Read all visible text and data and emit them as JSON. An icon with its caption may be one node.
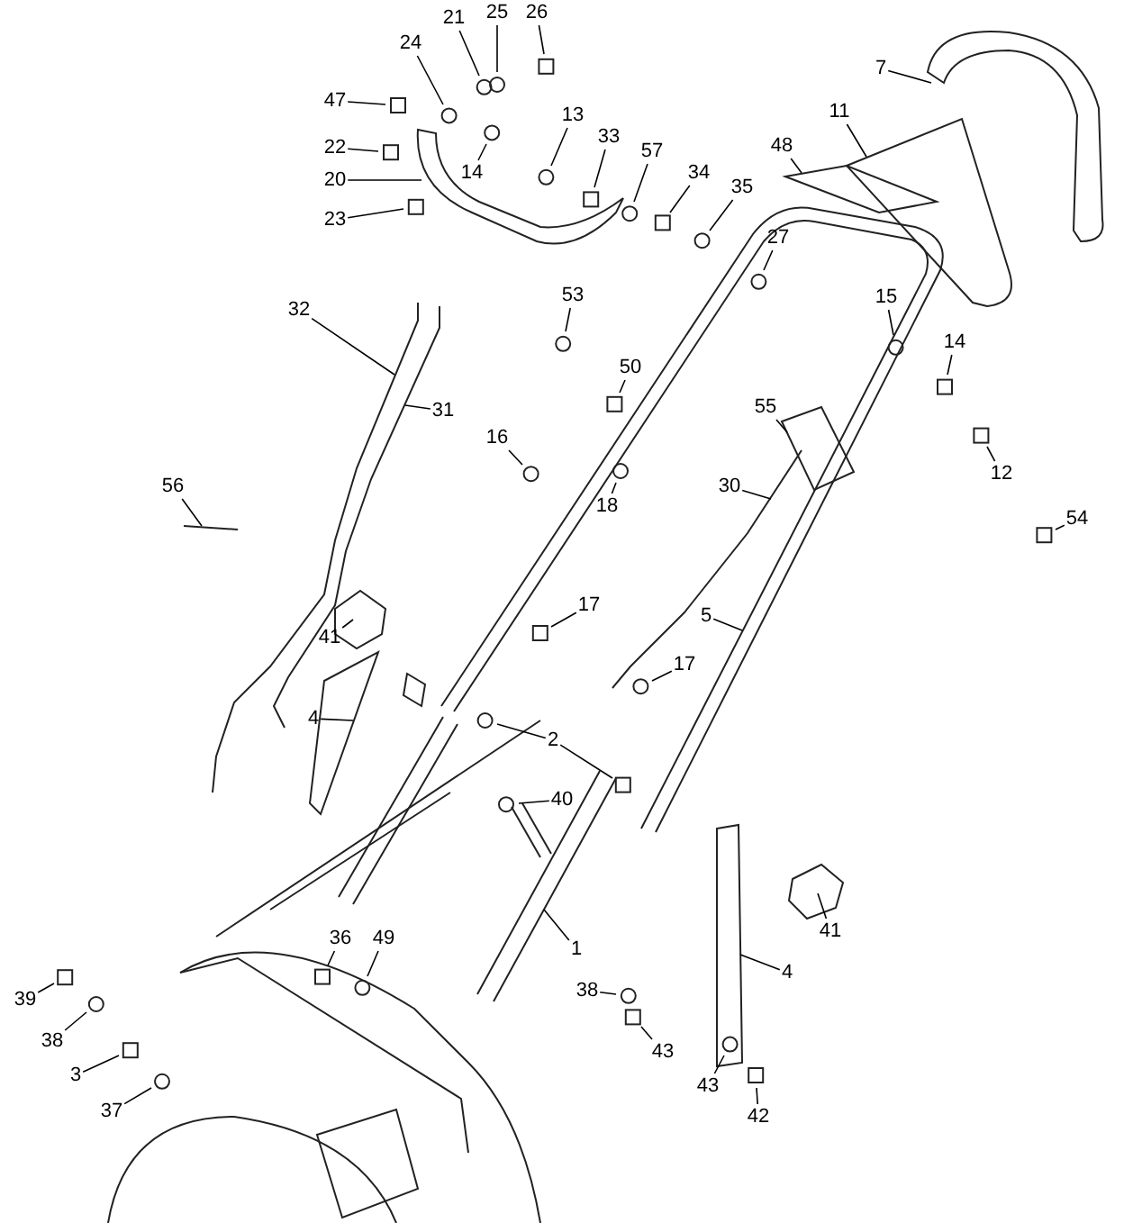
{
  "diagram": {
    "nodes": [
      {
        "text": [
          "25"
        ]
      },
      {
        "text": [
          "26"
        ]
      },
      {
        "text": [
          "21"
        ]
      },
      {
        "text": [
          "47"
        ]
      },
      {
        "text": [
          "24"
        ]
      },
      {
        "text": [
          "22"
        ]
      },
      {
        "text": [
          "13"
        ]
      },
      {
        "text": [
          "33"
        ]
      },
      {
        "text": [
          "57"
        ]
      },
      {
        "text": [
          "20"
        ]
      },
      {
        "text": [
          "14"
        ]
      },
      {
        "text": [
          "34"
        ]
      },
      {
        "text": [
          "35"
        ]
      },
      {
        "text": [
          "23"
        ]
      },
      {
        "text": [
          "27"
        ]
      },
      {
        "text": [
          "7"
        ]
      },
      {
        "text": [
          "11"
        ]
      },
      {
        "text": [
          "48"
        ]
      },
      {
        "text": [
          "53"
        ]
      },
      {
        "text": [
          "50"
        ]
      },
      {
        "text": [
          "15"
        ]
      },
      {
        "text": [
          "14"
        ]
      },
      {
        "text": [
          "32"
        ]
      },
      {
        "text": [
          "31"
        ]
      },
      {
        "text": [
          "55"
        ]
      },
      {
        "text": [
          "12"
        ]
      },
      {
        "text": [
          "16"
        ]
      },
      {
        "text": [
          "56"
        ]
      },
      {
        "text": [
          "30"
        ]
      },
      {
        "text": [
          "54"
        ]
      },
      {
        "text": [
          "18"
        ]
      },
      {
        "text": [
          "17"
        ]
      },
      {
        "text": [
          "41"
        ]
      },
      {
        "text": [
          "5"
        ]
      },
      {
        "text": [
          "17"
        ]
      },
      {
        "text": [
          "4"
        ]
      },
      {
        "text": [
          "2"
        ]
      },
      {
        "text": [
          "40"
        ]
      },
      {
        "text": [
          "39"
        ]
      },
      {
        "text": [
          "38"
        ]
      },
      {
        "text": [
          "3"
        ]
      },
      {
        "text": [
          "37"
        ]
      },
      {
        "text": [
          "36"
        ]
      },
      {
        "text": [
          "49"
        ]
      },
      {
        "text": [
          "1"
        ]
      },
      {
        "text": [
          "41"
        ]
      },
      {
        "text": [
          "4"
        ]
      },
      {
        "text": [
          "38"
        ]
      },
      {
        "text": [
          "43"
        ]
      },
      {
        "text": [
          "43"
        ]
      },
      {
        "text": [
          "42"
        ]
      }
    ],
    "edges": [
      {
        "from": 0,
        "to": null,
        "arrow": "none"
      },
      {
        "from": 1,
        "to": null,
        "arrow": "none"
      },
      {
        "from": 2,
        "to": null,
        "arrow": "none"
      },
      {
        "from": 3,
        "to": null,
        "arrow": "none"
      },
      {
        "from": 4,
        "to": null,
        "arrow": "none"
      },
      {
        "from": 5,
        "to": null,
        "arrow": "none"
      },
      {
        "from": 6,
        "to": null,
        "arrow": "none"
      },
      {
        "from": 7,
        "to": null,
        "arrow": "none"
      },
      {
        "from": 8,
        "to": null,
        "arrow": "none"
      },
      {
        "from": 9,
        "to": null,
        "arrow": "none"
      },
      {
        "from": 10,
        "to": null,
        "arrow": "none"
      },
      {
        "from": 11,
        "to": null,
        "arrow": "none"
      },
      {
        "from": 12,
        "to": null,
        "arrow": "none"
      },
      {
        "from": 13,
        "to": null,
        "arrow": "none"
      },
      {
        "from": 14,
        "to": null,
        "arrow": "none"
      },
      {
        "from": 15,
        "to": null,
        "arrow": "none"
      },
      {
        "from": 16,
        "to": null,
        "arrow": "none"
      },
      {
        "from": 17,
        "to": null,
        "arrow": "none"
      },
      {
        "from": 18,
        "to": null,
        "arrow": "none"
      },
      {
        "from": 19,
        "to": null,
        "arrow": "none"
      },
      {
        "from": 20,
        "to": null,
        "arrow": "none"
      },
      {
        "from": 21,
        "to": null,
        "arrow": "none"
      },
      {
        "from": 22,
        "to": null,
        "arrow": "none"
      },
      {
        "from": 23,
        "to": null,
        "arrow": "none"
      },
      {
        "from": 24,
        "to": null,
        "arrow": "none"
      },
      {
        "from": 25,
        "to": null,
        "arrow": "none"
      },
      {
        "from": 26,
        "to": null,
        "arrow": "none"
      },
      {
        "from": 27,
        "to": null,
        "arrow": "none"
      },
      {
        "from": 28,
        "to": null,
        "arrow": "none"
      },
      {
        "from": 29,
        "to": null,
        "arrow": "none"
      },
      {
        "from": 30,
        "to": null,
        "arrow": "none"
      },
      {
        "from": 31,
        "to": null,
        "arrow": "none"
      },
      {
        "from": 32,
        "to": null,
        "arrow": "none"
      },
      {
        "from": 33,
        "to": null,
        "arrow": "none"
      },
      {
        "from": 34,
        "to": null,
        "arrow": "none"
      },
      {
        "from": 35,
        "to": null,
        "arrow": "none"
      },
      {
        "from": 36,
        "to": null,
        "arrow": "none"
      },
      {
        "from": 36,
        "to": null,
        "arrow": "none"
      },
      {
        "from": 37,
        "to": null,
        "arrow": "none"
      },
      {
        "from": 38,
        "to": null,
        "arrow": "none"
      },
      {
        "from": 39,
        "to": null,
        "arrow": "none"
      },
      {
        "from": 40,
        "to": null,
        "arrow": "none"
      },
      {
        "from": 41,
        "to": null,
        "arrow": "none"
      },
      {
        "from": 42,
        "to": null,
        "arrow": "none"
      },
      {
        "from": 43,
        "to": null,
        "arrow": "none"
      },
      {
        "from": 44,
        "to": null,
        "arrow": "none"
      },
      {
        "from": 45,
        "to": null,
        "arrow": "none"
      },
      {
        "from": 46,
        "to": null,
        "arrow": "none"
      },
      {
        "from": 47,
        "to": null,
        "arrow": "none"
      },
      {
        "from": 48,
        "to": null,
        "arrow": "none"
      },
      {
        "from": 49,
        "to": null,
        "arrow": "none"
      },
      {
        "from": 50,
        "to": null,
        "arrow": "none"
      }
    ]
  }
}
